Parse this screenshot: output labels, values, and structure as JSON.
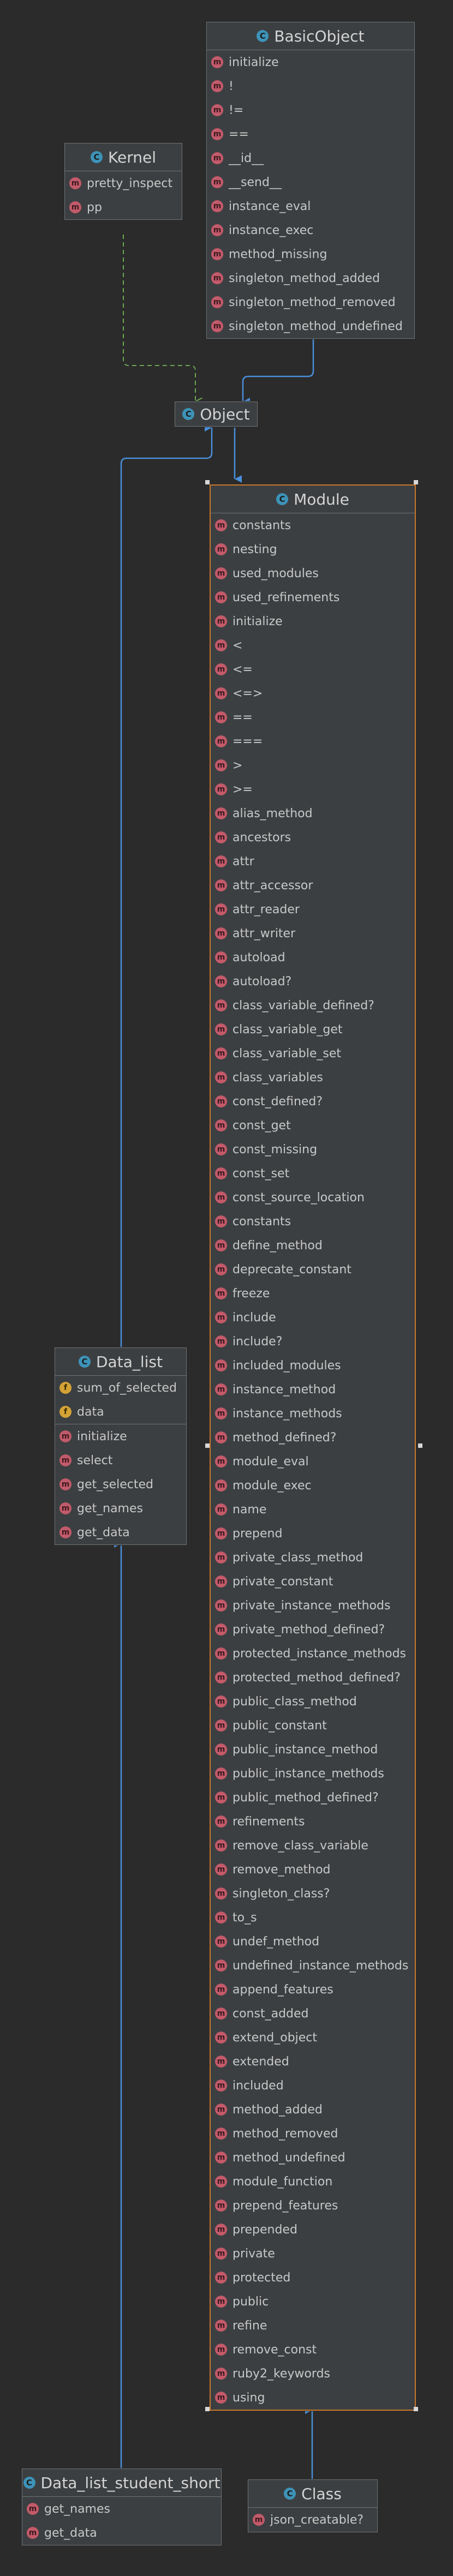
{
  "diagram": {
    "classes": {
      "basic_object": {
        "name": "BasicObject",
        "methods": [
          "initialize",
          "!",
          "!=",
          "==",
          "__id__",
          "__send__",
          "instance_eval",
          "instance_exec",
          "method_missing",
          "singleton_method_added",
          "singleton_method_removed",
          "singleton_method_undefined"
        ]
      },
      "kernel": {
        "name": "Kernel",
        "methods": [
          "pretty_inspect",
          "pp"
        ]
      },
      "object": {
        "name": "Object"
      },
      "module": {
        "name": "Module",
        "methods": [
          "constants",
          "nesting",
          "used_modules",
          "used_refinements",
          "initialize",
          "<",
          "<=",
          "<=>",
          "==",
          "===",
          ">",
          ">=",
          "alias_method",
          "ancestors",
          "attr",
          "attr_accessor",
          "attr_reader",
          "attr_writer",
          "autoload",
          "autoload?",
          "class_variable_defined?",
          "class_variable_get",
          "class_variable_set",
          "class_variables",
          "const_defined?",
          "const_get",
          "const_missing",
          "const_set",
          "const_source_location",
          "constants",
          "define_method",
          "deprecate_constant",
          "freeze",
          "include",
          "include?",
          "included_modules",
          "instance_method",
          "instance_methods",
          "method_defined?",
          "module_eval",
          "module_exec",
          "name",
          "prepend",
          "private_class_method",
          "private_constant",
          "private_instance_methods",
          "private_method_defined?",
          "protected_instance_methods",
          "protected_method_defined?",
          "public_class_method",
          "public_constant",
          "public_instance_method",
          "public_instance_methods",
          "public_method_defined?",
          "refinements",
          "remove_class_variable",
          "remove_method",
          "singleton_class?",
          "to_s",
          "undef_method",
          "undefined_instance_methods",
          "append_features",
          "const_added",
          "extend_object",
          "extended",
          "included",
          "method_added",
          "method_removed",
          "method_undefined",
          "module_function",
          "prepend_features",
          "prepended",
          "private",
          "protected",
          "public",
          "refine",
          "remove_const",
          "ruby2_keywords",
          "using"
        ]
      },
      "data_list": {
        "name": "Data_list",
        "fields": [
          "sum_of_selected",
          "data"
        ],
        "methods": [
          "initialize",
          "select",
          "get_selected",
          "get_names",
          "get_data"
        ]
      },
      "data_list_student_short": {
        "name": "Data_list_student_short",
        "methods": [
          "get_names",
          "get_data"
        ]
      },
      "class": {
        "name": "Class",
        "methods": [
          "json_creatable?"
        ]
      }
    },
    "icons": {
      "class_glyph": "C",
      "method_glyph": "m",
      "field_glyph": "f"
    },
    "colors": {
      "background": "#2b2b2b",
      "box": "#3c3f41",
      "inheritance_arrow": "#4a8fd9",
      "realization_arrow": "#6aa84f",
      "selection": "#c9772b",
      "method_icon": "#c25a6a",
      "field_icon": "#d4a235",
      "class_icon": "#3d93b8"
    }
  }
}
